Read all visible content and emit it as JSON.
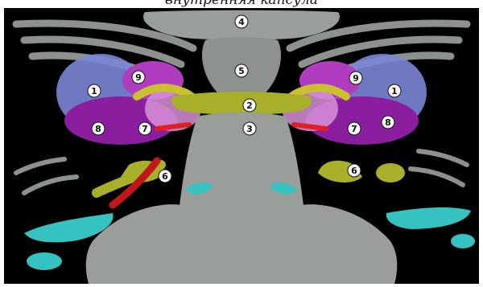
{
  "caption": "внутренняя капсула",
  "markers": [
    {
      "label": "1"
    },
    {
      "label": "1"
    },
    {
      "label": "2"
    },
    {
      "label": "3"
    },
    {
      "label": "4"
    },
    {
      "label": "5"
    },
    {
      "label": "6"
    },
    {
      "label": "6"
    },
    {
      "label": "7"
    },
    {
      "label": "7"
    },
    {
      "label": "8"
    },
    {
      "label": "8"
    },
    {
      "label": "9"
    },
    {
      "label": "9"
    }
  ],
  "colors": {
    "background": "#000000",
    "brainstem": "#9a9e9a",
    "olive_structure": "#a8b02a",
    "purple_structure": "#8a1e9e",
    "blue_structure": "#7a86d6",
    "cyan_structure": "#35c2c0",
    "red_structure": "#c01818",
    "pink_structure": "#d890d8"
  }
}
